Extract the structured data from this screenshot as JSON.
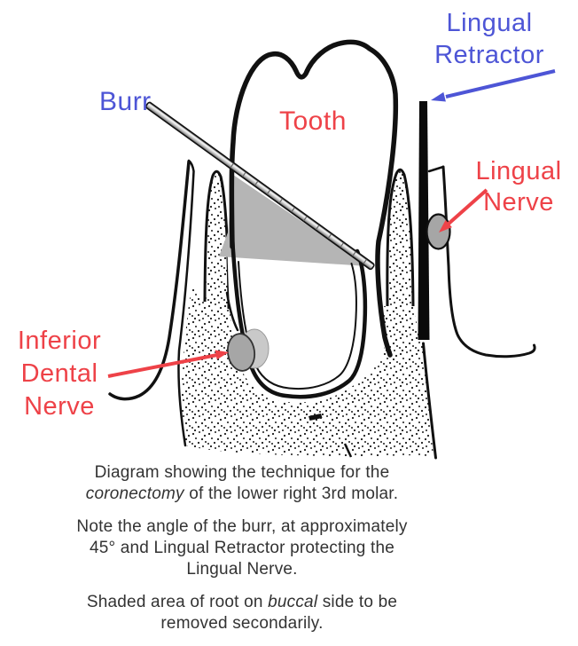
{
  "figure": {
    "title": "Coronectomy technique diagram",
    "labels": {
      "burr": {
        "text": "Burr",
        "color": "#4d55d6"
      },
      "tooth": {
        "text": "Tooth",
        "color": "#ee4248"
      },
      "lingual_retractor": {
        "text": "Lingual\nRetractor",
        "color": "#4d55d6"
      },
      "lingual_nerve": {
        "text": "Lingual\nNerve",
        "color": "#ee4248"
      },
      "inferior_dental_nerve": {
        "text": "Inferior\nDental\nNerve",
        "color": "#ee4248"
      }
    },
    "colors": {
      "label_blue": "#4d55d6",
      "label_red": "#ee4248",
      "shaded_root_area": "#b5b5b5",
      "nerve_fill": "#a6a6a6",
      "retractor_fill": "#0a0a0a",
      "outline": "#111111",
      "caption_text": "#333333"
    },
    "notes": {
      "burr_angle": "45°"
    }
  },
  "caption": {
    "line1": "Diagram showing the technique for the",
    "line2_italic": "coronectomy",
    "line2_rest": " of the lower right 3rd molar.",
    "line3": "Note the angle of the burr, at approximately",
    "line4": "45° and Lingual Retractor protecting the",
    "line5": "Lingual Nerve.",
    "line6_pre": "Shaded area of root on ",
    "line6_italic": "buccal",
    "line6_post": " side to be",
    "line7": "removed secondarily."
  }
}
